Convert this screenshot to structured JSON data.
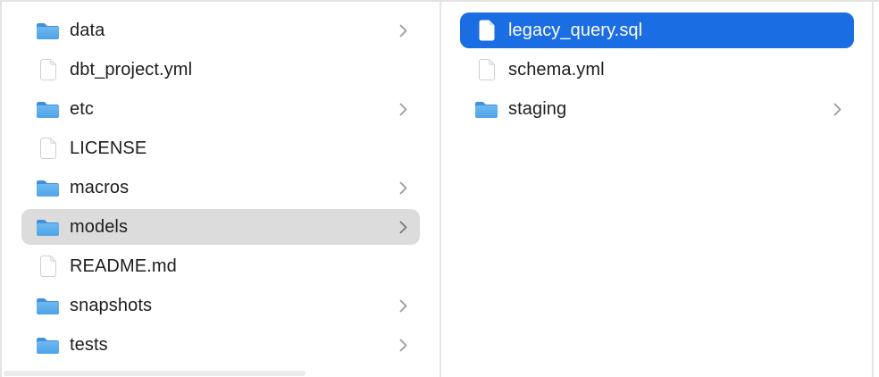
{
  "app": {
    "name": "Finder",
    "view": "column-view"
  },
  "colors": {
    "selection_active": "#1a6de2",
    "selection_inactive": "#dcdcdc",
    "divider": "#e5e5e5",
    "text": "#1d1d1f",
    "text_on_selection": "#ffffff",
    "chevron": "#9e9e9e",
    "chevron_on_inactive_selection": "#7c7c7c",
    "folder_blue_top": "#4090dc",
    "folder_blue_light": "#6db9f1",
    "folder_blue_dark": "#4fa3e6"
  },
  "icons": {
    "folder": "folder-icon",
    "file": "file-icon",
    "expand": "chevron-right-icon"
  },
  "columns": [
    {
      "id": "left",
      "items": [
        {
          "label": "data",
          "type": "folder",
          "expandable": true,
          "selected": false
        },
        {
          "label": "dbt_project.yml",
          "type": "file",
          "expandable": false,
          "selected": false
        },
        {
          "label": "etc",
          "type": "folder",
          "expandable": true,
          "selected": false
        },
        {
          "label": "LICENSE",
          "type": "file",
          "expandable": false,
          "selected": false
        },
        {
          "label": "macros",
          "type": "folder",
          "expandable": true,
          "selected": false
        },
        {
          "label": "models",
          "type": "folder",
          "expandable": true,
          "selected": true,
          "selection": "inactive"
        },
        {
          "label": "README.md",
          "type": "file",
          "expandable": false,
          "selected": false
        },
        {
          "label": "snapshots",
          "type": "folder",
          "expandable": true,
          "selected": false
        },
        {
          "label": "tests",
          "type": "folder",
          "expandable": true,
          "selected": false
        }
      ]
    },
    {
      "id": "right",
      "items": [
        {
          "label": "legacy_query.sql",
          "type": "file",
          "expandable": false,
          "selected": true,
          "selection": "active"
        },
        {
          "label": "schema.yml",
          "type": "file",
          "expandable": false,
          "selected": false
        },
        {
          "label": "staging",
          "type": "folder",
          "expandable": true,
          "selected": false
        }
      ]
    }
  ]
}
